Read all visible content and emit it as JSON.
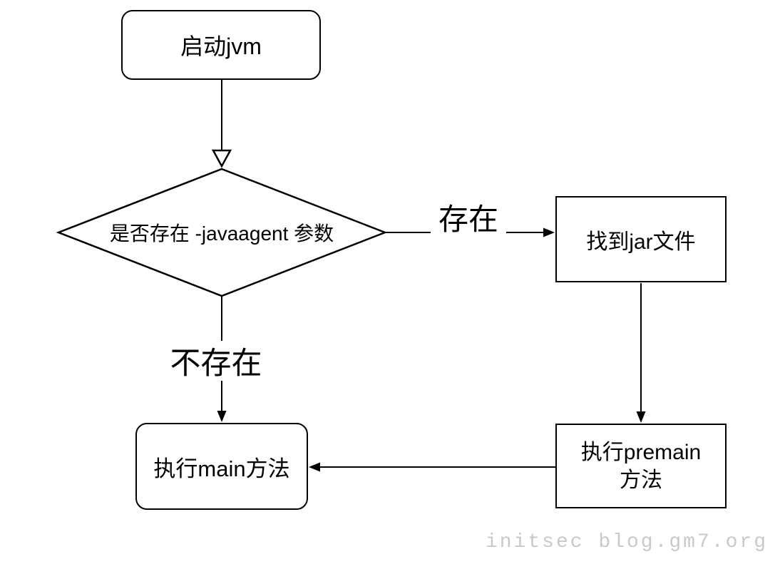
{
  "flowchart": {
    "nodes": {
      "start": {
        "label": "启动jvm",
        "shape": "rounded-rect"
      },
      "decision": {
        "label": "是否存在 -javaagent 参数",
        "shape": "diamond"
      },
      "find_jar": {
        "label": "找到jar文件",
        "shape": "rect"
      },
      "premain": {
        "label": "执行premain\n方法",
        "shape": "rect"
      },
      "main": {
        "label": "执行main方法",
        "shape": "rounded-rect"
      }
    },
    "edges": {
      "start_to_decision": {
        "label": "",
        "arrowhead": "hollow-triangle"
      },
      "decision_to_find_jar": {
        "label": "存在",
        "arrowhead": "filled-triangle"
      },
      "decision_to_main": {
        "label": "不存在",
        "arrowhead": "filled-triangle"
      },
      "find_jar_to_premain": {
        "label": "",
        "arrowhead": "filled-triangle"
      },
      "premain_to_main": {
        "label": "",
        "arrowhead": "filled-triangle"
      }
    },
    "watermark": "initsec blog.gm7.org",
    "colors": {
      "stroke": "#000000",
      "background": "#ffffff",
      "watermark_text": "#c9c9c9"
    }
  }
}
